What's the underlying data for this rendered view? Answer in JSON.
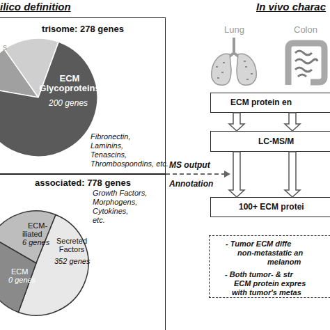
{
  "diagram": {
    "nodes": [
      {
        "text": [
          "trisome: 278 genes"
        ]
      },
      {
        "text": [
          "associated: 778 genes"
        ]
      },
      {
        "text": [
          "ECM protein en"
        ]
      },
      {
        "text": [
          "LC-MS/M"
        ]
      },
      {
        "text": [
          "100+ ECM protei"
        ]
      },
      {
        "text": [
          "- Tumor ECM diffe",
          "non-metastatic an",
          "melanom",
          "- Both tumor- & str",
          "ECM protein expres",
          "with tumor's metas"
        ]
      }
    ],
    "edges": [
      {
        "from": 2,
        "to": 3,
        "arrow": "to"
      },
      {
        "from": 2,
        "to": 3,
        "arrow": "to"
      },
      {
        "from": 3,
        "to": 4,
        "arrow": "to"
      },
      {
        "from": 3,
        "to": 4,
        "arrow": "to"
      }
    ],
    "labels": [
      "ilico definition",
      "In vivo charac",
      "Lung",
      "Colon",
      "s",
      "ECM Glycoproteins",
      "200 genes",
      "Fibronectin,",
      "Laminins,",
      "Tenascins,",
      "Thrombospondins, etc.",
      "MS output",
      "Annotation",
      "ECM-",
      "iliated",
      "6 genes",
      "Secreted Factors",
      "352 genes",
      "ECM",
      "0 genes",
      "Growth Factors,",
      "Morphogens,",
      "Cytokines,",
      "etc."
    ]
  }
}
